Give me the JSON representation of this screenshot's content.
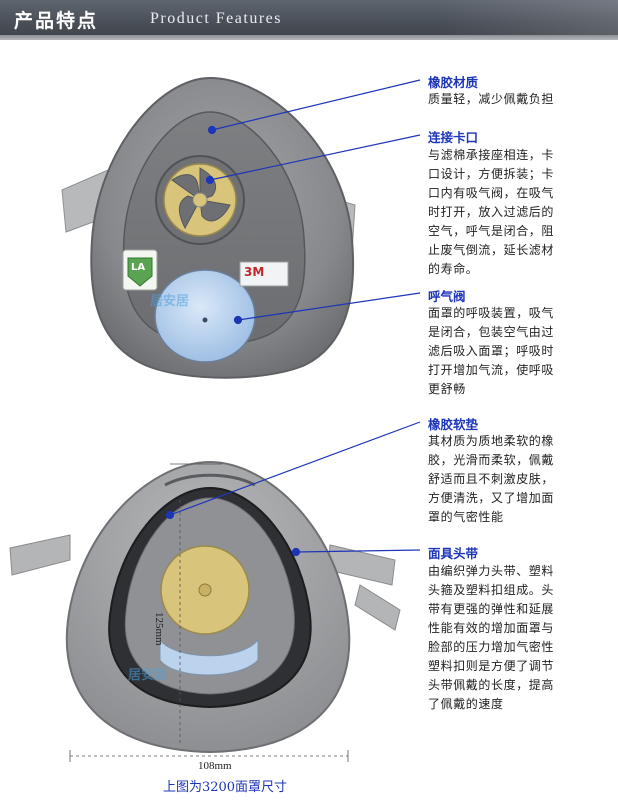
{
  "header": {
    "title": "产品特点",
    "subtitle": "Product Features"
  },
  "features": [
    {
      "title": "橡胶材质",
      "lines": [
        "质量轻，减少佩戴负担"
      ]
    },
    {
      "title": "连接卡口",
      "lines": [
        "与滤棉承接座相连，卡",
        "口设计，方便拆装；卡",
        "口内有吸气阀，在吸气",
        "时打开，放入过滤后的",
        "空气，呼气是闭合，阻",
        "止废气倒流，延长滤材",
        "的寿命。"
      ]
    },
    {
      "title": "呼气阀",
      "lines": [
        "面罩的呼吸装置，吸气",
        "是闭合，包装空气由过",
        "滤后吸入面罩；呼吸时",
        "打开增加气流，使呼吸",
        "更舒畅"
      ]
    },
    {
      "title": "橡胶软垫",
      "lines": [
        "其材质为质地柔软的橡",
        "胶，光滑而柔软，佩戴",
        "舒适而且不刺激皮肤，",
        "方便清洗，又了增加面",
        "罩的气密性能"
      ]
    },
    {
      "title": "面具头带",
      "lines": [
        "由编织弹力头带、塑料",
        "头箍及塑料扣组成。头",
        "带有更强的弹性和延展",
        "性能有效的增加面罩与",
        "脸部的压力增加气密性",
        "塑料扣则是方便了调节",
        "头带佩戴的长度，提高",
        "了佩戴的速度"
      ]
    }
  ],
  "product_marks": {
    "la_badge": "LA",
    "brand": "3M",
    "watermark": "居安居"
  },
  "dimensions": {
    "width": "108mm",
    "height": "125mm",
    "caption": "上图为3200面罩尺寸"
  },
  "colors": {
    "accent": "#1d35b8",
    "mask_gray": "#8a8c8f",
    "filter_yellow": "#d8c47a",
    "valve_blue": "#bcd3ee"
  }
}
